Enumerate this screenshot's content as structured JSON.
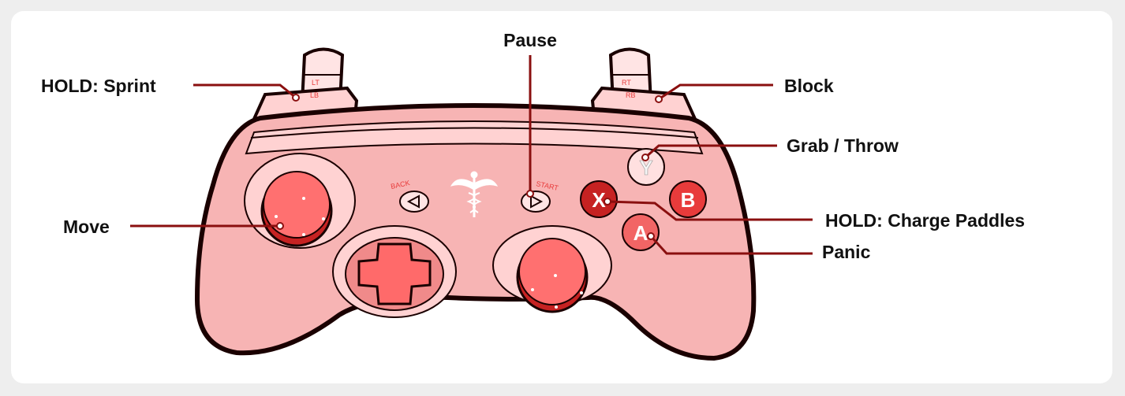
{
  "colors": {
    "body": "#f7b4b4",
    "body_light": "#ffd2d2",
    "accent": "#e83b3b",
    "dark_accent": "#c62222",
    "leader": "#8a0f0f",
    "outline": "#1a0000"
  },
  "controller": {
    "shoulder": {
      "lt": "LT",
      "lb": "LB",
      "rt": "RT",
      "rb": "RB"
    },
    "center": {
      "back": "BACK",
      "start": "START",
      "logo_icon": "caduceus-icon"
    },
    "face_buttons": {
      "y": "Y",
      "b": "B",
      "x": "X",
      "a": "A"
    }
  },
  "labels": {
    "sprint": "HOLD: Sprint",
    "pause": "Pause",
    "block": "Block",
    "grab_throw": "Grab / Throw",
    "move": "Move",
    "charge_paddles": "HOLD: Charge Paddles",
    "panic": "Panic"
  }
}
